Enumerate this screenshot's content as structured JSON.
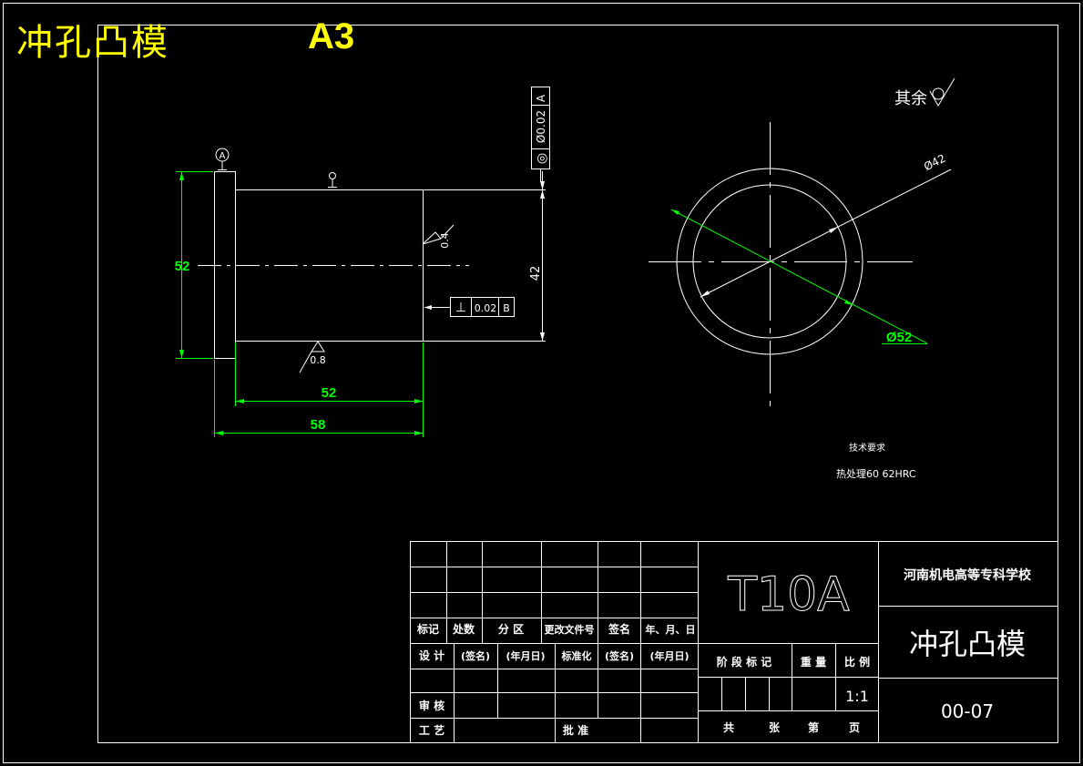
{
  "header": {
    "title": "冲孔凸模",
    "sheet_size": "A3"
  },
  "front_view": {
    "datum_a": "A",
    "datum_b": "B",
    "dim_flange_dia": "52",
    "dim_shaft_dia": "42",
    "dim_shaft_len": "52",
    "dim_total_len": "58",
    "roughness_shaft": "0.4",
    "roughness_bottom": "0.8",
    "coaxiality_symbol": "◎",
    "coaxiality_value": "Ø0.02",
    "coaxiality_datum": "A",
    "perpendicularity_symbol": "⊥",
    "perpendicularity_value": "0.02",
    "perpendicularity_datum": "B"
  },
  "side_view": {
    "dim_inner": "Ø42",
    "dim_outer": "Ø52"
  },
  "surface_note": "其余",
  "tech_req": {
    "heading": "技术要求",
    "line1": "热处理60  62HRC"
  },
  "title_block": {
    "material": "T10A",
    "school": "河南机电高等专科学校",
    "part_name": "冲孔凸模",
    "drawing_no": "00-07",
    "scale": "1:1",
    "revision_headers": [
      "标记",
      "处数",
      "分 区",
      "更改文件号",
      "签名",
      "年、月、日"
    ],
    "design_row": [
      "设 计",
      "(签名)",
      "(年月日)",
      "标准化",
      "(签名)",
      "(年月日)"
    ],
    "review": "审 核",
    "process": "工 艺",
    "approve": "批 准",
    "stage_header": [
      "阶 段 标 记",
      "重 量",
      "比 例"
    ],
    "sheet_footer": [
      "共",
      "张",
      "第",
      "页"
    ]
  }
}
